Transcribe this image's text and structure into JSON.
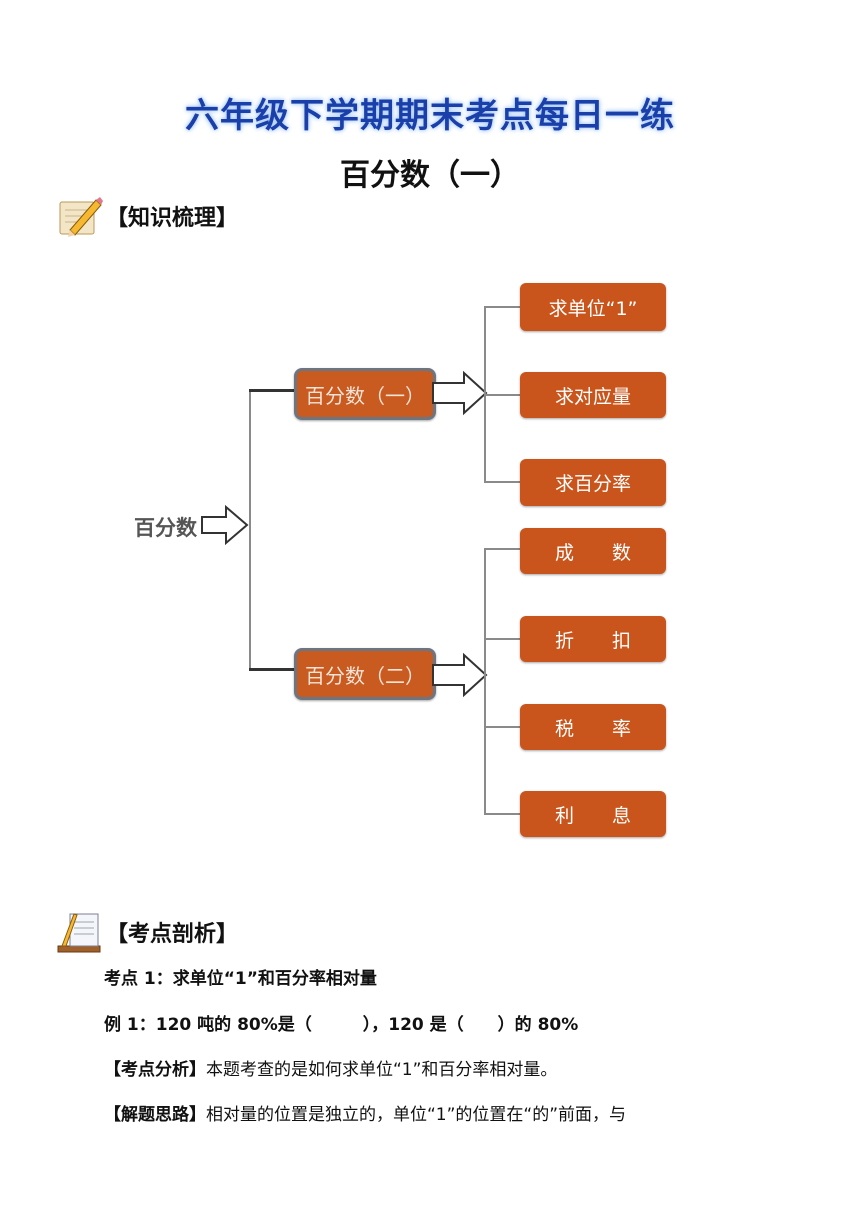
{
  "page_title": "六年级下学期期末考点每日一练",
  "subtitle": "百分数（一）",
  "section1": {
    "label": "【知识梳理】",
    "icon": "pencil-paper-icon"
  },
  "diagram": {
    "root": "百分数",
    "branch1": {
      "label": "百分数（一）",
      "children": [
        "求单位“1”",
        "求对应量",
        "求百分率"
      ]
    },
    "branch2": {
      "label": "百分数（二）",
      "children": [
        "成　　数",
        "折　　扣",
        "税　　率",
        "利　　息"
      ]
    },
    "box_color": "#c9551c"
  },
  "section2": {
    "label": "【考点剖析】",
    "icon": "notebook-stand-icon"
  },
  "kaodian1": "考点 1：求单位“1”和百分率相对量",
  "example1": "例 1：120 吨的 80%是（　　　），120 是（　　）的 80%",
  "analysis": {
    "label": "【考点分析】",
    "text": "本题考查的是如何求单位“1”和百分率相对量。"
  },
  "thinking": {
    "label": "【解题思路】",
    "text": "相对量的位置是独立的，单位“1”的位置在“的”前面，与"
  }
}
